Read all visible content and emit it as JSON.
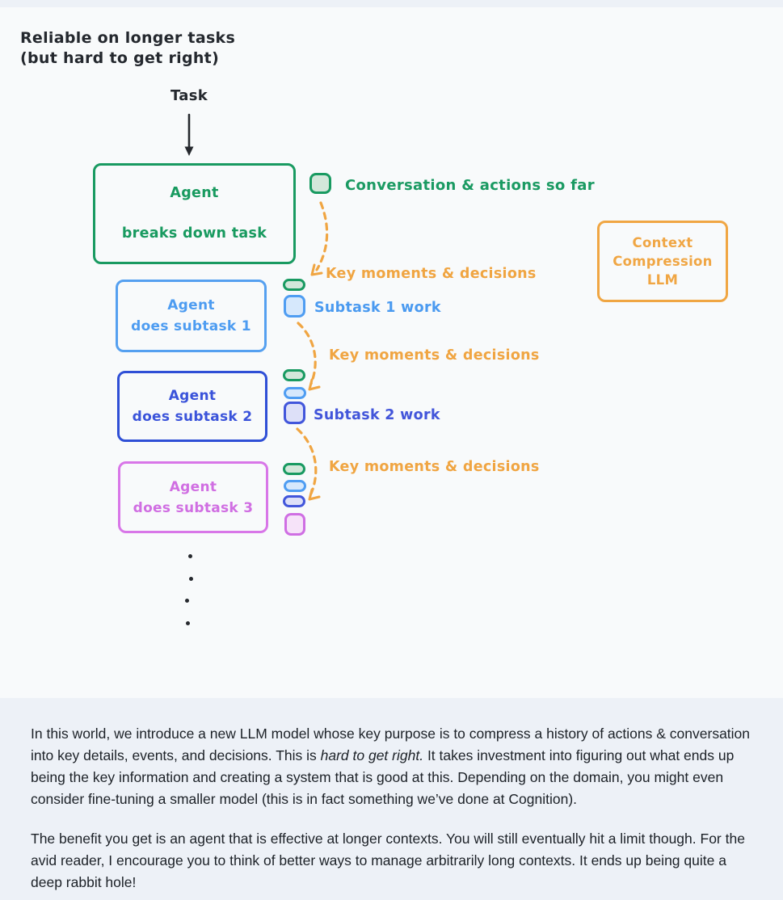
{
  "colors": {
    "page_bg": "#edf1f7",
    "card_bg": "#f8fafb",
    "ink": "#24282e",
    "green": "#199a61",
    "green_fill": "#d3e7da",
    "sky_blue": "#4f9df2",
    "sky_fill": "#d6e8fc",
    "royal_blue": "#3a53da",
    "royal_fill": "#dde0f8",
    "orchid": "#d876e8",
    "orchid_fill": "#f6e3f9",
    "orange": "#f0a542",
    "body_text": "#1c2127"
  },
  "diagram": {
    "title_line1": "Reliable on longer tasks",
    "title_line2": "(but hard to get right)",
    "task_label": "Task",
    "agent_box": {
      "line1": "Agent",
      "line2": "breaks down task"
    },
    "conversation_label": "Conversation & actions so far",
    "key_moments_labels": [
      "Key moments & decisions",
      "Key moments & decisions",
      "Key moments & decisions"
    ],
    "subtask_boxes": [
      {
        "line1": "Agent",
        "line2": "does subtask 1"
      },
      {
        "line1": "Agent",
        "line2": "does subtask 2"
      },
      {
        "line1": "Agent",
        "line2": "does subtask 3"
      }
    ],
    "subtask_work_labels": [
      "Subtask 1 work",
      "Subtask 2 work"
    ],
    "context_box": {
      "line1": "Context",
      "line2": "Compression",
      "line3": "LLM"
    }
  },
  "body": {
    "p1_pre": "In this world, we introduce a new LLM model whose key purpose is to compress a history of actions & conversa­tion into key details, events, and decisions. This is ",
    "p1_italic": "hard to get right.",
    "p1_post": " It takes investment into figuring out what ends up being the key information and creating a system that is good at this. Depending on the domain, you might even consider fine-tuning a smaller model (this is in fact something we’ve done at Cognition).",
    "p2": "The benefit you get is an agent that is effective at longer contexts. You will still eventually hit a limit though. For the avid reader, I encourage you to think of better ways to manage arbitrarily long contexts. It ends up being quite a deep rabbit hole!"
  }
}
